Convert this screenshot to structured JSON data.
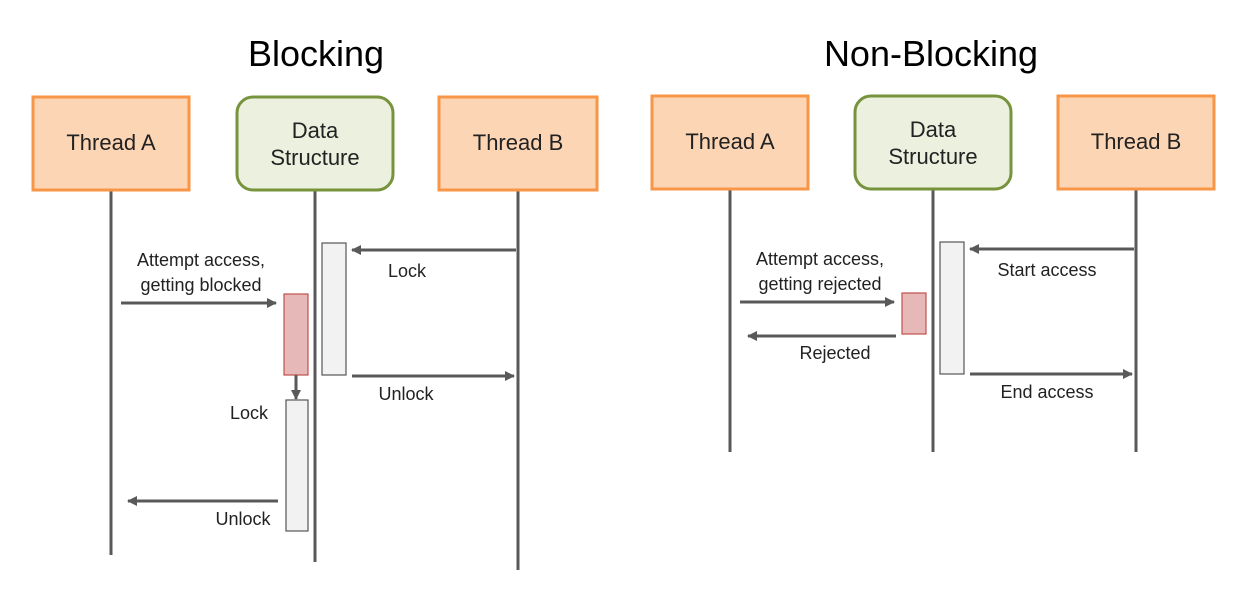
{
  "blocking": {
    "title": "Blocking",
    "thread_a": "Thread A",
    "data_structure_line1": "Data",
    "data_structure_line2": "Structure",
    "thread_b": "Thread B",
    "lock_b": "Lock",
    "attempt_line1": "Attempt access,",
    "attempt_line2": "getting blocked",
    "unlock_b": "Unlock",
    "lock_a": "Lock",
    "unlock_a": "Unlock"
  },
  "nonblocking": {
    "title": "Non-Blocking",
    "thread_a": "Thread A",
    "data_structure_line1": "Data",
    "data_structure_line2": "Structure",
    "thread_b": "Thread B",
    "start_access": "Start access",
    "attempt_line1": "Attempt access,",
    "attempt_line2": "getting rejected",
    "rejected": "Rejected",
    "end_access": "End access"
  },
  "colors": {
    "thread_fill": "#FCD5B5",
    "thread_stroke": "#F79646",
    "ds_fill": "#EBF1DE",
    "ds_stroke": "#77933C",
    "blocked_fill": "#E6B9B8",
    "blocked_stroke": "#C0504D",
    "activation_fill": "#F2F2F2",
    "activation_stroke": "#555555",
    "line": "#595959"
  }
}
